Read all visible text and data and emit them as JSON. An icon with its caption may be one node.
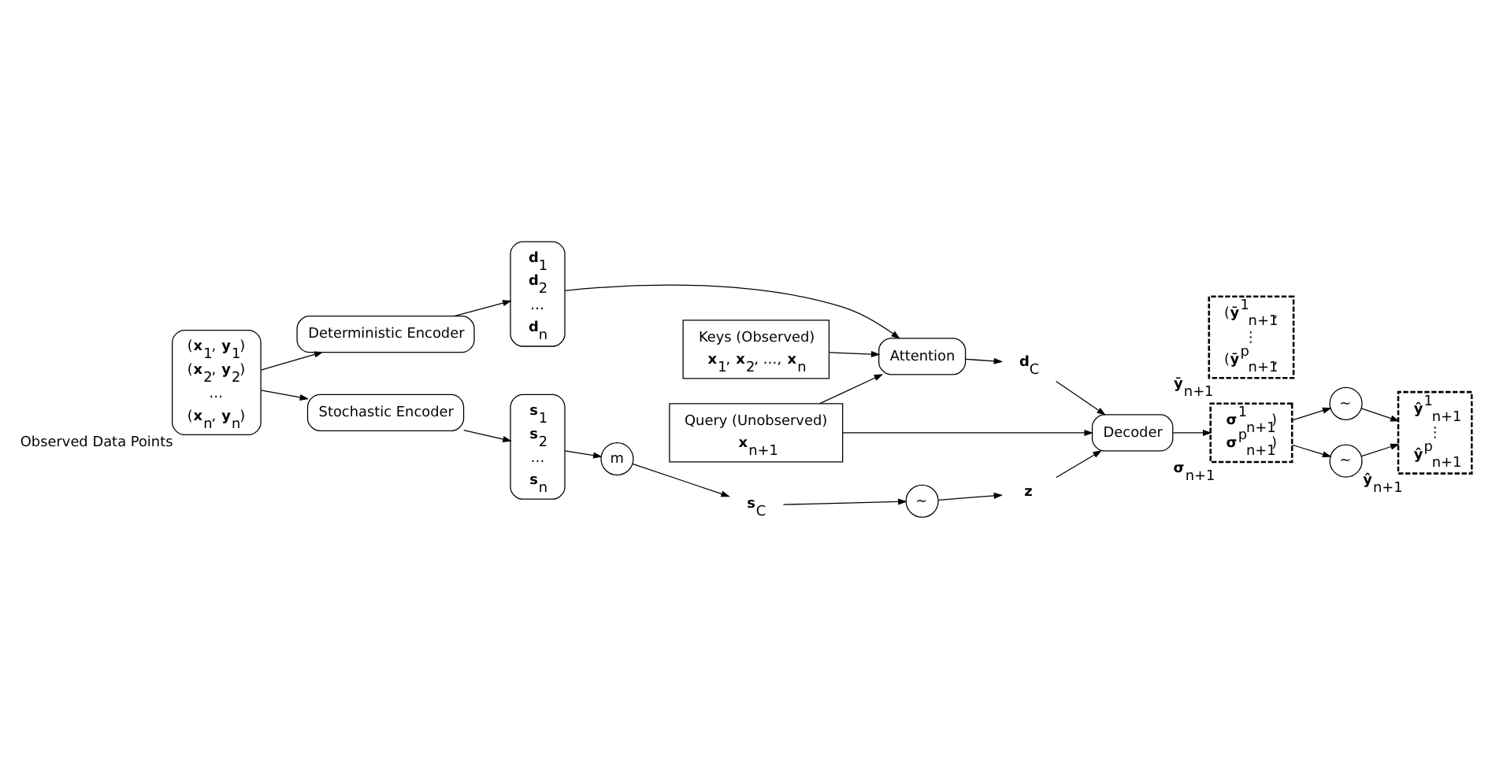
{
  "diagram": {
    "nodes": [
      {
        "text": [
          "(**x**$_{1}$, **y**$_{1}$)",
          "(**x**$_{2}$, **y**$_{2}$)",
          "…",
          "(**x**$_{n}$, **y**$_{n}$)"
        ],
        "beside": [
          "Observed Data Points"
        ]
      },
      {
        "text": [
          "Deterministic Encoder"
        ]
      },
      {
        "text": [
          "Stochastic Encoder"
        ]
      },
      {
        "text": [
          "**d**$_{1}$",
          "**d**$_{2}$",
          "…",
          "**d**$_{n}$"
        ]
      },
      {
        "text": [
          "**s**$_{1}$",
          "**s**$_{2}$",
          "…",
          "**s**$_{n}$"
        ]
      },
      {
        "text": [
          "Keys (Observed)",
          "**x**$_{1}$, **x**$_{2}$, …, **x**$_{n}$"
        ]
      },
      {
        "text": [
          "Query (Unobserved)",
          "**x**$_{n+1}$"
        ]
      },
      {
        "text": [
          "Attention"
        ]
      },
      {
        "text": [
          "**d**$_{C}$"
        ]
      },
      {
        "text": [
          "Decoder"
        ]
      },
      {
        "text": [
          "m"
        ]
      },
      {
        "text": [
          "**s**$_{C}$"
        ]
      },
      {
        "text": [
          "~"
        ]
      },
      {
        "text": [
          "**z**"
        ]
      },
      {
        "text": [
          "(**ȳ**$^{1}$$_{n+1}$,",
          "⋮",
          "(**ȳ**$^{p}$$_{n+1}$,"
        ],
        "beside": [
          "**ȳ**$_{n+1}$"
        ]
      },
      {
        "text": [
          "**σ**$^{1}$$_{n+1}$)",
          "**σ**$^{p}$$_{n+1}$)"
        ],
        "beside": [
          "**σ**$_{n+1}$"
        ]
      },
      {
        "text": [
          "~"
        ]
      },
      {
        "text": [
          "~"
        ]
      },
      {
        "text": [
          "**ŷ**$^{1}$$_{n+1}$",
          "⋮",
          "**ŷ**$^{p}$$_{n+1}$"
        ],
        "beside": [
          "**ŷ**$_{n+1}$"
        ]
      }
    ],
    "edges": [
      {
        "from": 0,
        "to": 1,
        "arrow": "to"
      },
      {
        "from": 0,
        "to": 2,
        "arrow": "to"
      },
      {
        "from": 1,
        "to": 3,
        "arrow": "to"
      },
      {
        "from": 2,
        "to": 4,
        "arrow": "to"
      },
      {
        "from": 3,
        "to": 7,
        "arrow": "to"
      },
      {
        "from": 5,
        "to": 7,
        "arrow": "to"
      },
      {
        "from": 6,
        "to": 7,
        "arrow": "to"
      },
      {
        "from": 6,
        "to": 9,
        "arrow": "to"
      },
      {
        "from": 7,
        "to": 8,
        "arrow": "to"
      },
      {
        "from": 8,
        "to": 9,
        "arrow": "to"
      },
      {
        "from": 4,
        "to": 10,
        "arrow": "to"
      },
      {
        "from": 10,
        "to": 11,
        "arrow": "to"
      },
      {
        "from": 11,
        "to": 12,
        "arrow": "to"
      },
      {
        "from": 12,
        "to": 13,
        "arrow": "to"
      },
      {
        "from": 13,
        "to": 9,
        "arrow": "to"
      },
      {
        "from": 9,
        "to": 15,
        "arrow": "to"
      },
      {
        "from": 15,
        "to": 16,
        "arrow": "to"
      },
      {
        "from": 15,
        "to": 17,
        "arrow": "to"
      },
      {
        "from": 16,
        "to": 18,
        "arrow": "to"
      },
      {
        "from": 17,
        "to": 18,
        "arrow": "to"
      }
    ]
  }
}
